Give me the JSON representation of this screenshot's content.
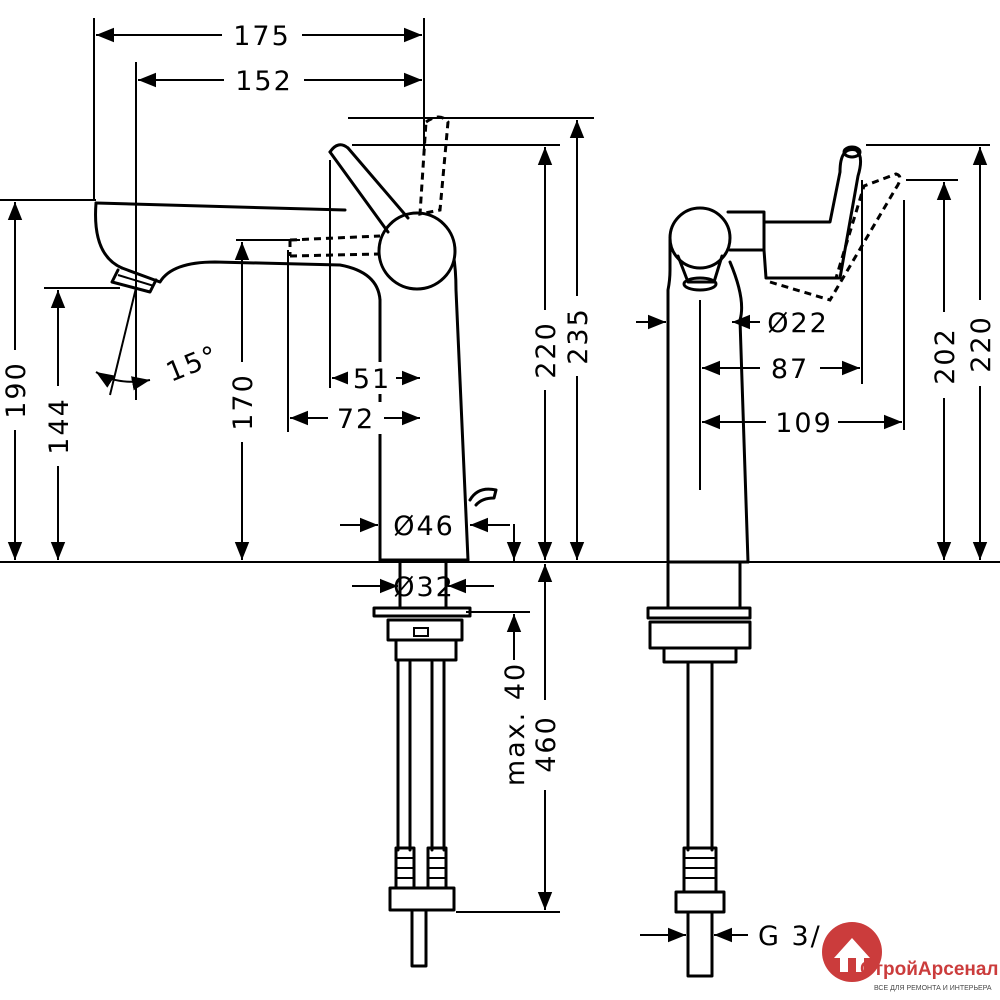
{
  "dimensions": {
    "d175": "175",
    "d152": "152",
    "d190": "190",
    "d144": "144",
    "d170": "170",
    "d15deg": "15°",
    "d51": "51",
    "d72": "72",
    "d220a": "220",
    "d235": "235",
    "d46": "Ø46",
    "d32": "Ø32",
    "dmax40": "max. 40",
    "d460": "460",
    "d22": "Ø22",
    "d87": "87",
    "d109": "109",
    "d202": "202",
    "d220b": "220",
    "dG": "G 3/"
  },
  "logo": {
    "title": "СтройАрсенал",
    "subtitle": "ВСЕ ДЛЯ РЕМОНТА И ИНТЕРЬЕРА",
    "color": "#c62828"
  }
}
